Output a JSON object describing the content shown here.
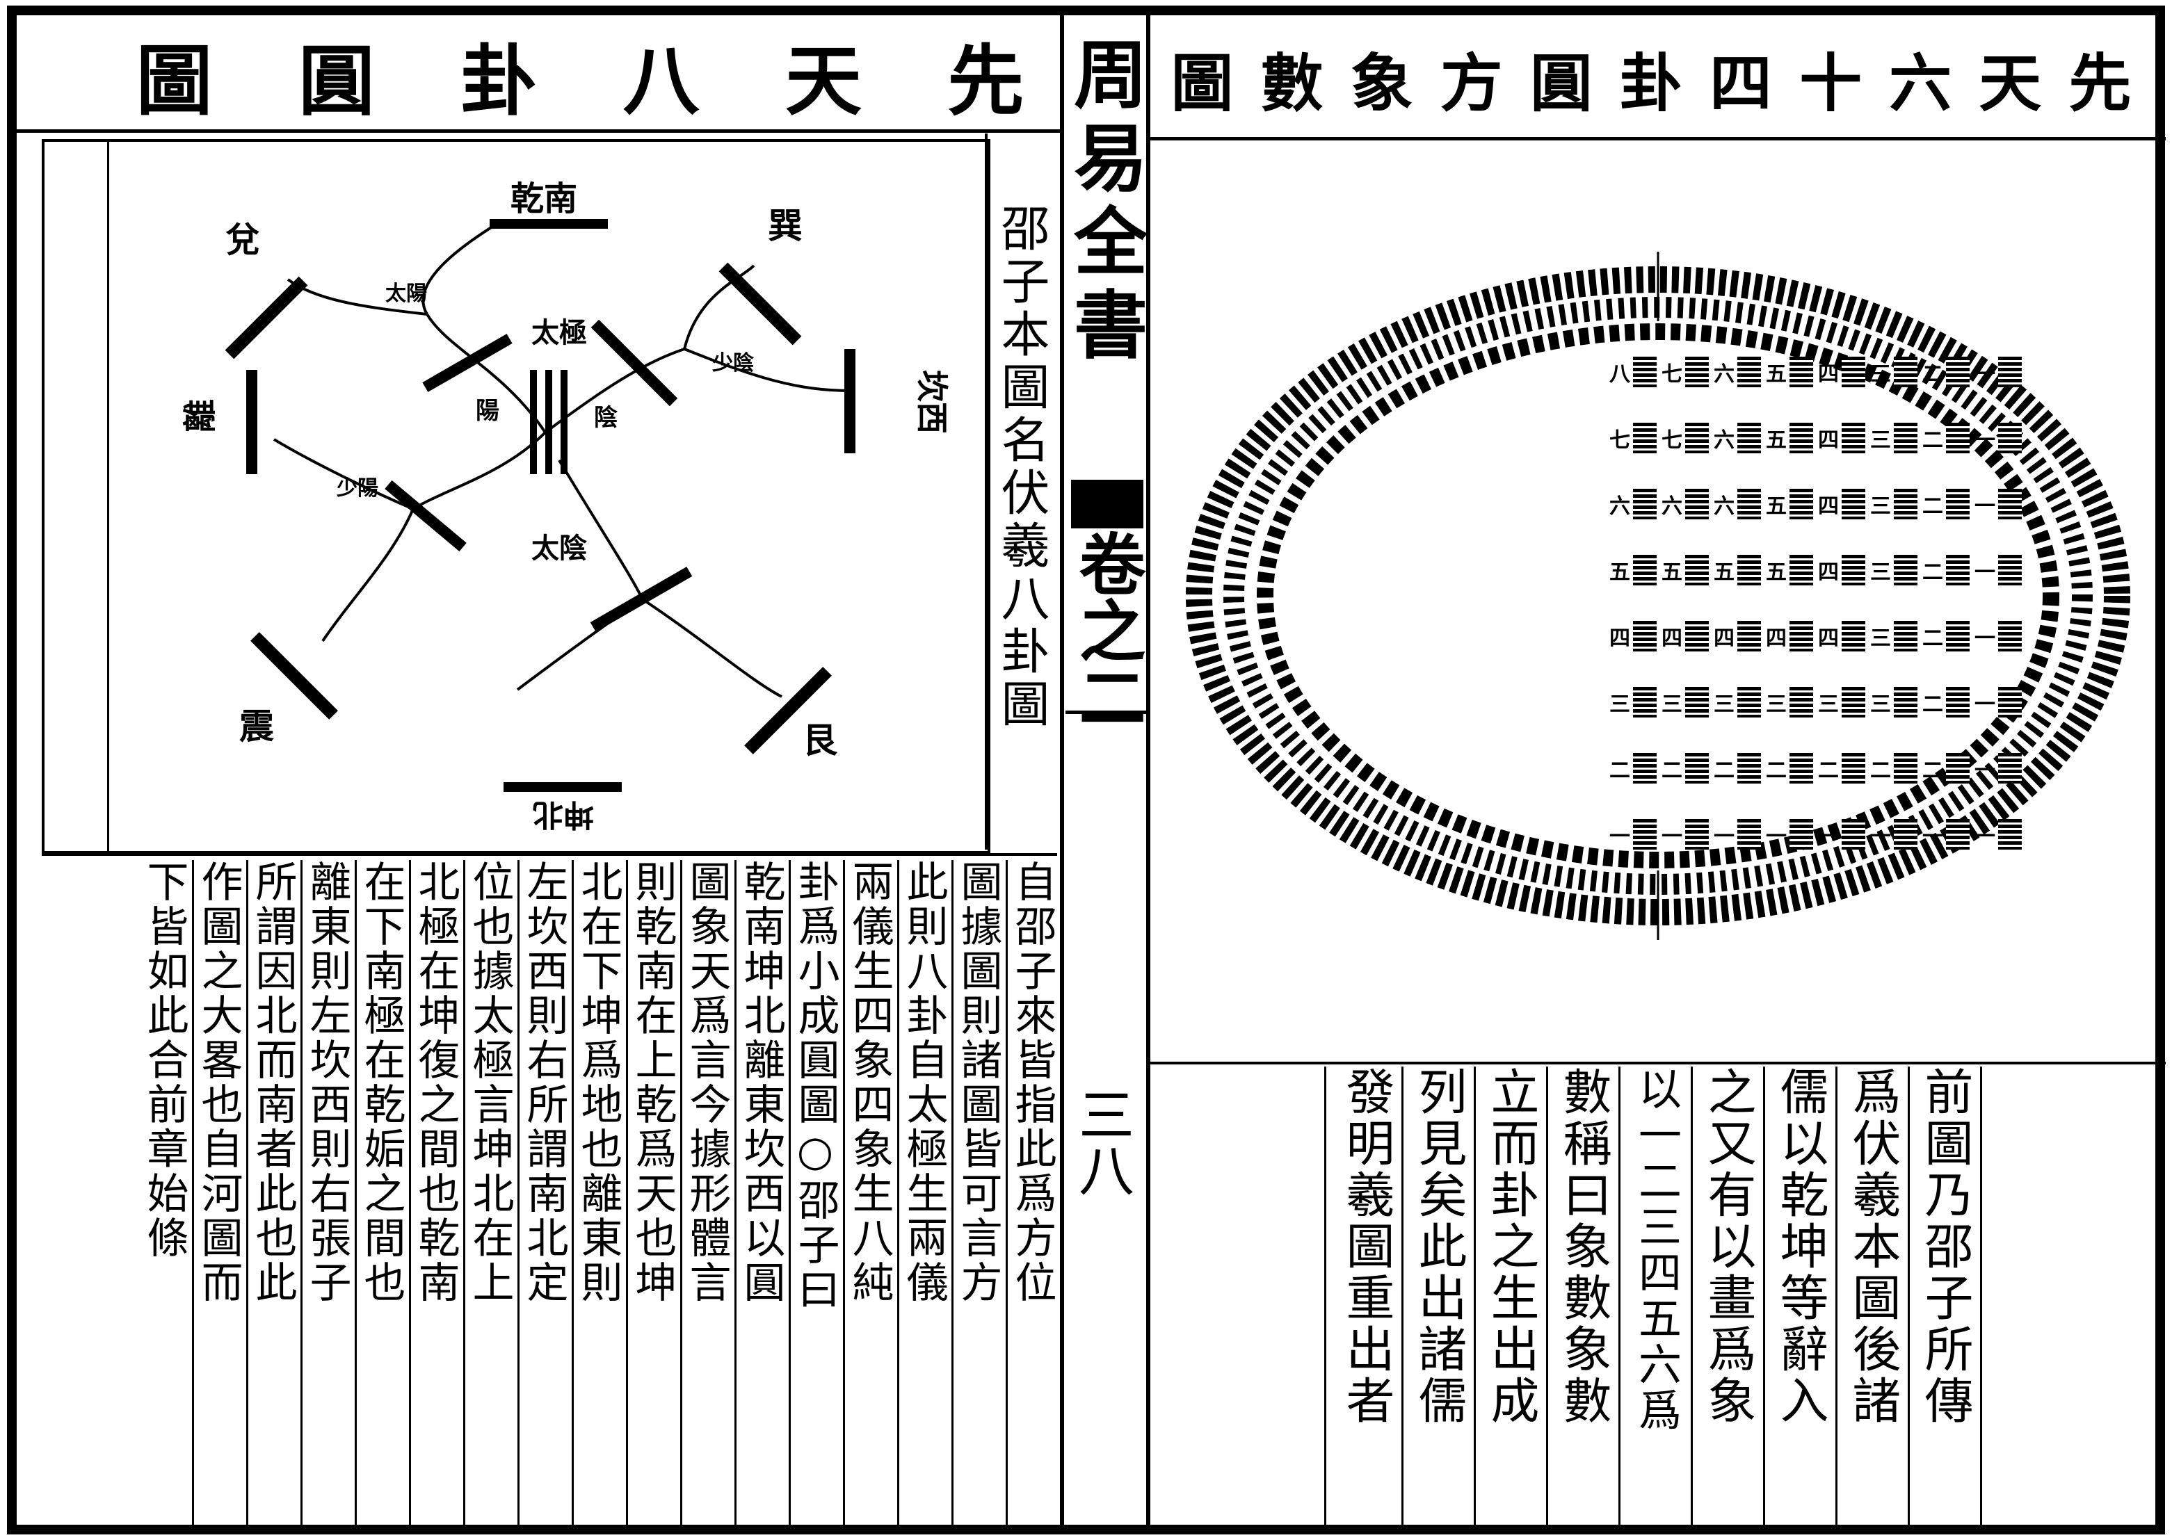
{
  "left_panel": {
    "title": [
      "先",
      "天",
      "八",
      "卦",
      "圓",
      "圖"
    ],
    "caption": "邵子本圖名伏羲八卦圖",
    "diagram_labels": {
      "qian": "乾南",
      "kun": "坤北",
      "dui": "兌",
      "xun": "巽",
      "li": "離",
      "kan": "坎西",
      "zhen": "震",
      "gen": "艮",
      "taiji": "太極",
      "yang": "陽",
      "yin": "陰",
      "taiyang": "太陽",
      "taiyin": "太陰",
      "shaoyang": "少陽",
      "shaoyin": "少陰"
    },
    "text_columns": [
      "自邵子來皆指此爲方位",
      "圖據圖則諸圖皆可言方",
      "此則八卦自太極生兩儀",
      "兩儀生四象四象生八純",
      "卦爲小成圓圖○邵子曰",
      "乾南坤北離東坎西以圓",
      "圖象天爲言今據形體言",
      "則乾南在上乾爲天也坤",
      "北在下坤爲地也離東則",
      "左坎西則右所謂南北定",
      "位也據太極言坤北在上",
      "北極在坤復之間也乾南",
      "在下南極在乾姤之間也",
      "離東則左坎西則右張子",
      "所謂因北而南者此也此",
      "作圖之大畧也自河圖而",
      "下皆如此合前章始條"
    ]
  },
  "middle_strip": {
    "book_title": "周易全書",
    "volume": "卷之二",
    "page_number": "三八"
  },
  "right_panel": {
    "title": [
      "先",
      "天",
      "六",
      "十",
      "四",
      "卦",
      "圓",
      "方",
      "象",
      "數",
      "圖"
    ],
    "grid_rows": [
      [
        "八",
        "七",
        "六",
        "五",
        "四",
        "三",
        "二",
        "一"
      ],
      [
        "七",
        "七",
        "六",
        "五",
        "四",
        "三",
        "二",
        "一"
      ],
      [
        "六",
        "六",
        "六",
        "五",
        "四",
        "三",
        "二",
        "一"
      ],
      [
        "五",
        "五",
        "五",
        "五",
        "四",
        "三",
        "二",
        "一"
      ],
      [
        "四",
        "四",
        "四",
        "四",
        "四",
        "三",
        "二",
        "一"
      ],
      [
        "三",
        "三",
        "三",
        "三",
        "三",
        "三",
        "二",
        "一"
      ],
      [
        "二",
        "二",
        "二",
        "二",
        "二",
        "二",
        "二",
        "一"
      ],
      [
        "一",
        "一",
        "一",
        "一",
        "一",
        "一",
        "一",
        "一"
      ]
    ],
    "text_columns": [
      "前圖乃邵子所傳",
      "爲伏羲本圖後諸",
      "儒以乾坤等辭入",
      "之又有以畫爲象",
      "以一二三四五六爲",
      "數稱曰象數象數",
      "立而卦之生出成",
      "列見矣此出諸儒",
      "發明羲圖重出者"
    ]
  }
}
